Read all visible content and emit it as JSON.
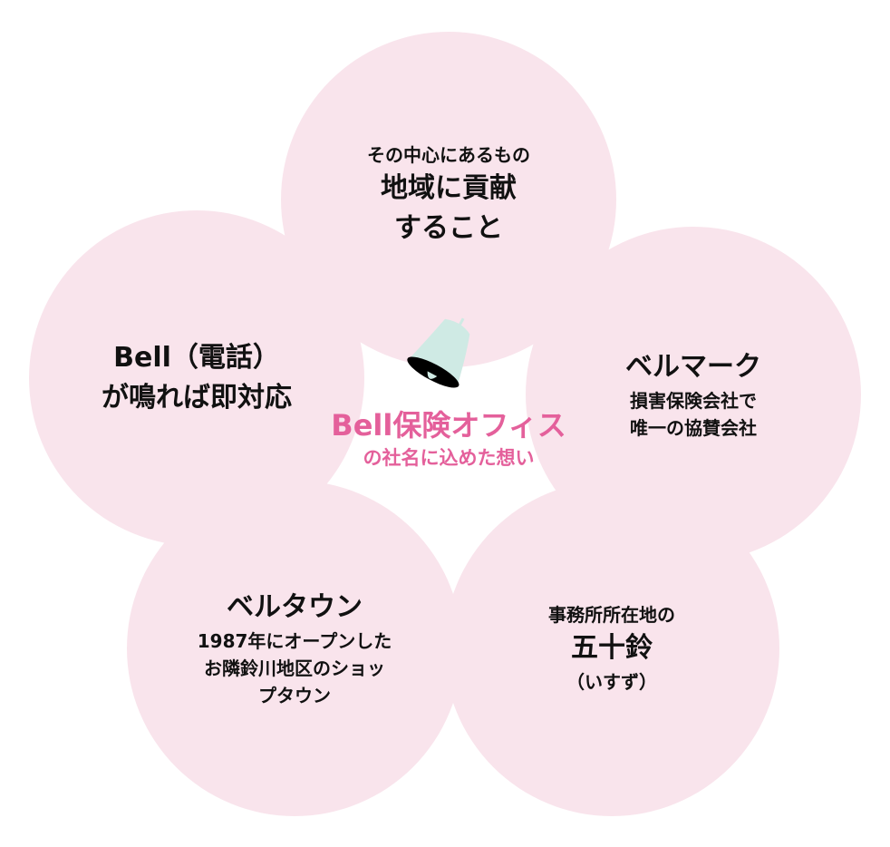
{
  "center": {
    "title": "Bell保険オフィス",
    "subtitle": "の社名に込めた想い",
    "accent": "#e4609b"
  },
  "petals": {
    "top": {
      "line1": "その中心にあるもの",
      "line2": "地域に貢献",
      "line3": "すること"
    },
    "left": {
      "line1": "Bell（電話）",
      "line2": "が鳴れば即対応"
    },
    "right": {
      "title": "ベルマーク",
      "line1": "損害保険会社で",
      "line2": "唯一の協賛会社"
    },
    "bottom_left": {
      "title": "ベルタウン",
      "line1": "1987年にオープンした",
      "line2": "お隣鈴川地区のショッ",
      "line3": "プタウン"
    },
    "bottom_right": {
      "line1": "事務所所在地の",
      "title": "五十鈴",
      "reading": "（いすず）"
    }
  },
  "colors": {
    "petal": "#f9e4ec",
    "bell": "#cfeae4"
  }
}
